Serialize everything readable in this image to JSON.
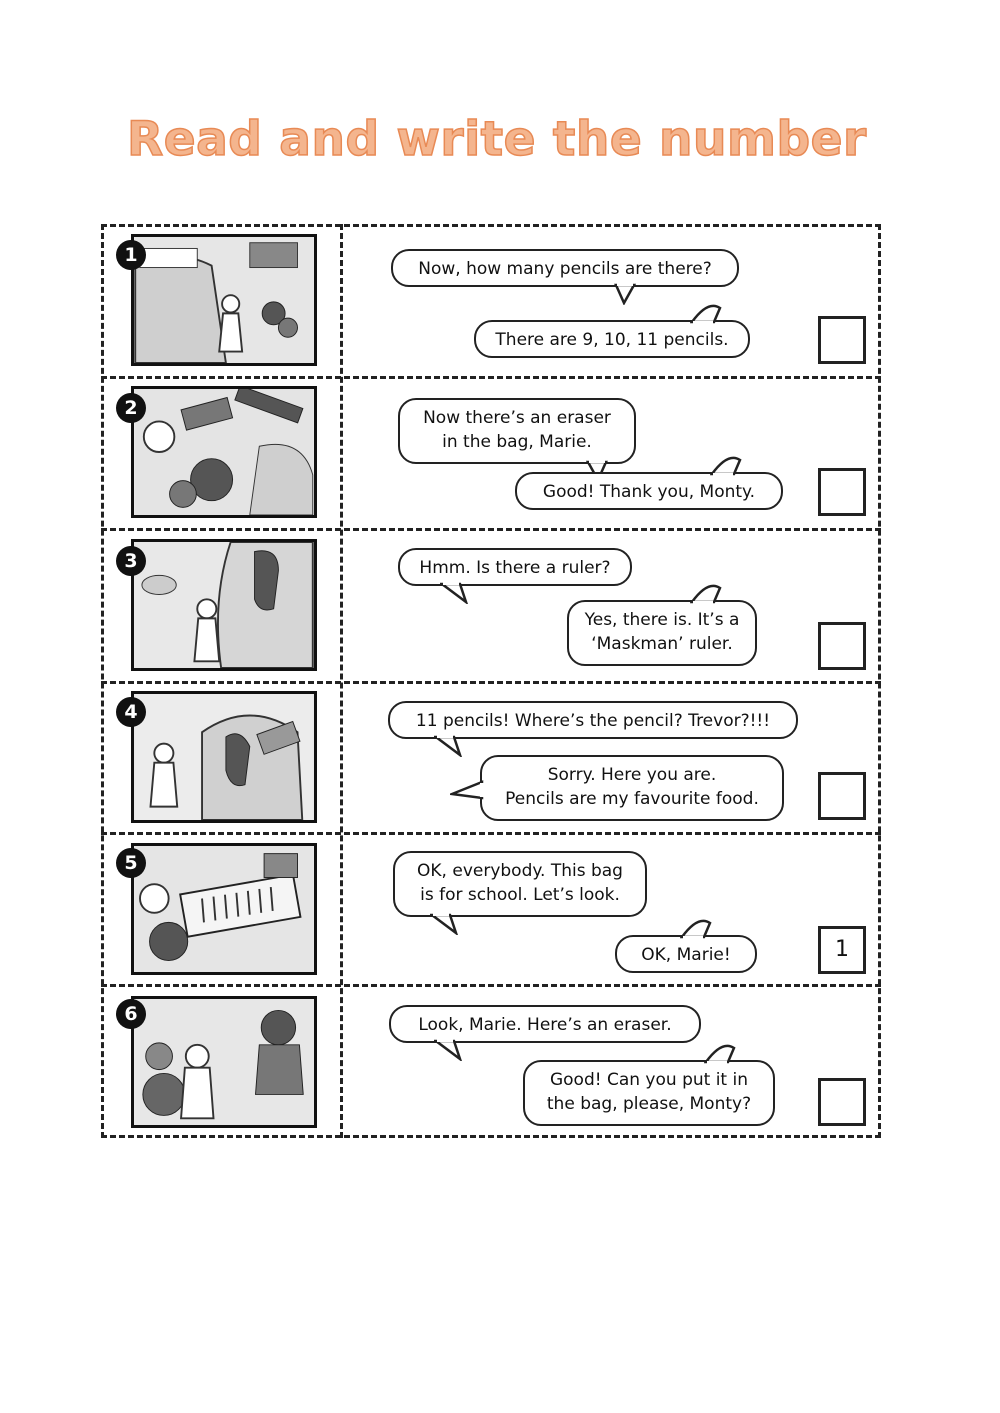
{
  "title": "Read and write the number",
  "rows": [
    {
      "number": "1",
      "bubble_a": "Now, how many pencils are there?",
      "bubble_b": "There are 9, 10, 11 pencils.",
      "answer": ""
    },
    {
      "number": "2",
      "bubble_a": [
        "Now there’s an eraser",
        "in the bag, Marie."
      ],
      "bubble_b": "Good! Thank you, Monty.",
      "answer": ""
    },
    {
      "number": "3",
      "bubble_a": "Hmm. Is there a ruler?",
      "bubble_b": [
        "Yes, there is. It’s a",
        "‘Maskman’ ruler."
      ],
      "answer": ""
    },
    {
      "number": "4",
      "bubble_a": "11 pencils! Where’s the pencil? Trevor?!!!",
      "bubble_b": [
        "Sorry. Here you are.",
        "Pencils are my favourite food."
      ],
      "answer": ""
    },
    {
      "number": "5",
      "bubble_a": [
        "OK, everybody. This bag",
        "is for school. Let’s look."
      ],
      "bubble_b": "OK, Marie!",
      "answer": "1"
    },
    {
      "number": "6",
      "bubble_a": "Look, Marie. Here’s an eraser.",
      "bubble_b": [
        "Good! Can you put it in",
        "the bag, please, Monty?"
      ],
      "answer": ""
    }
  ]
}
